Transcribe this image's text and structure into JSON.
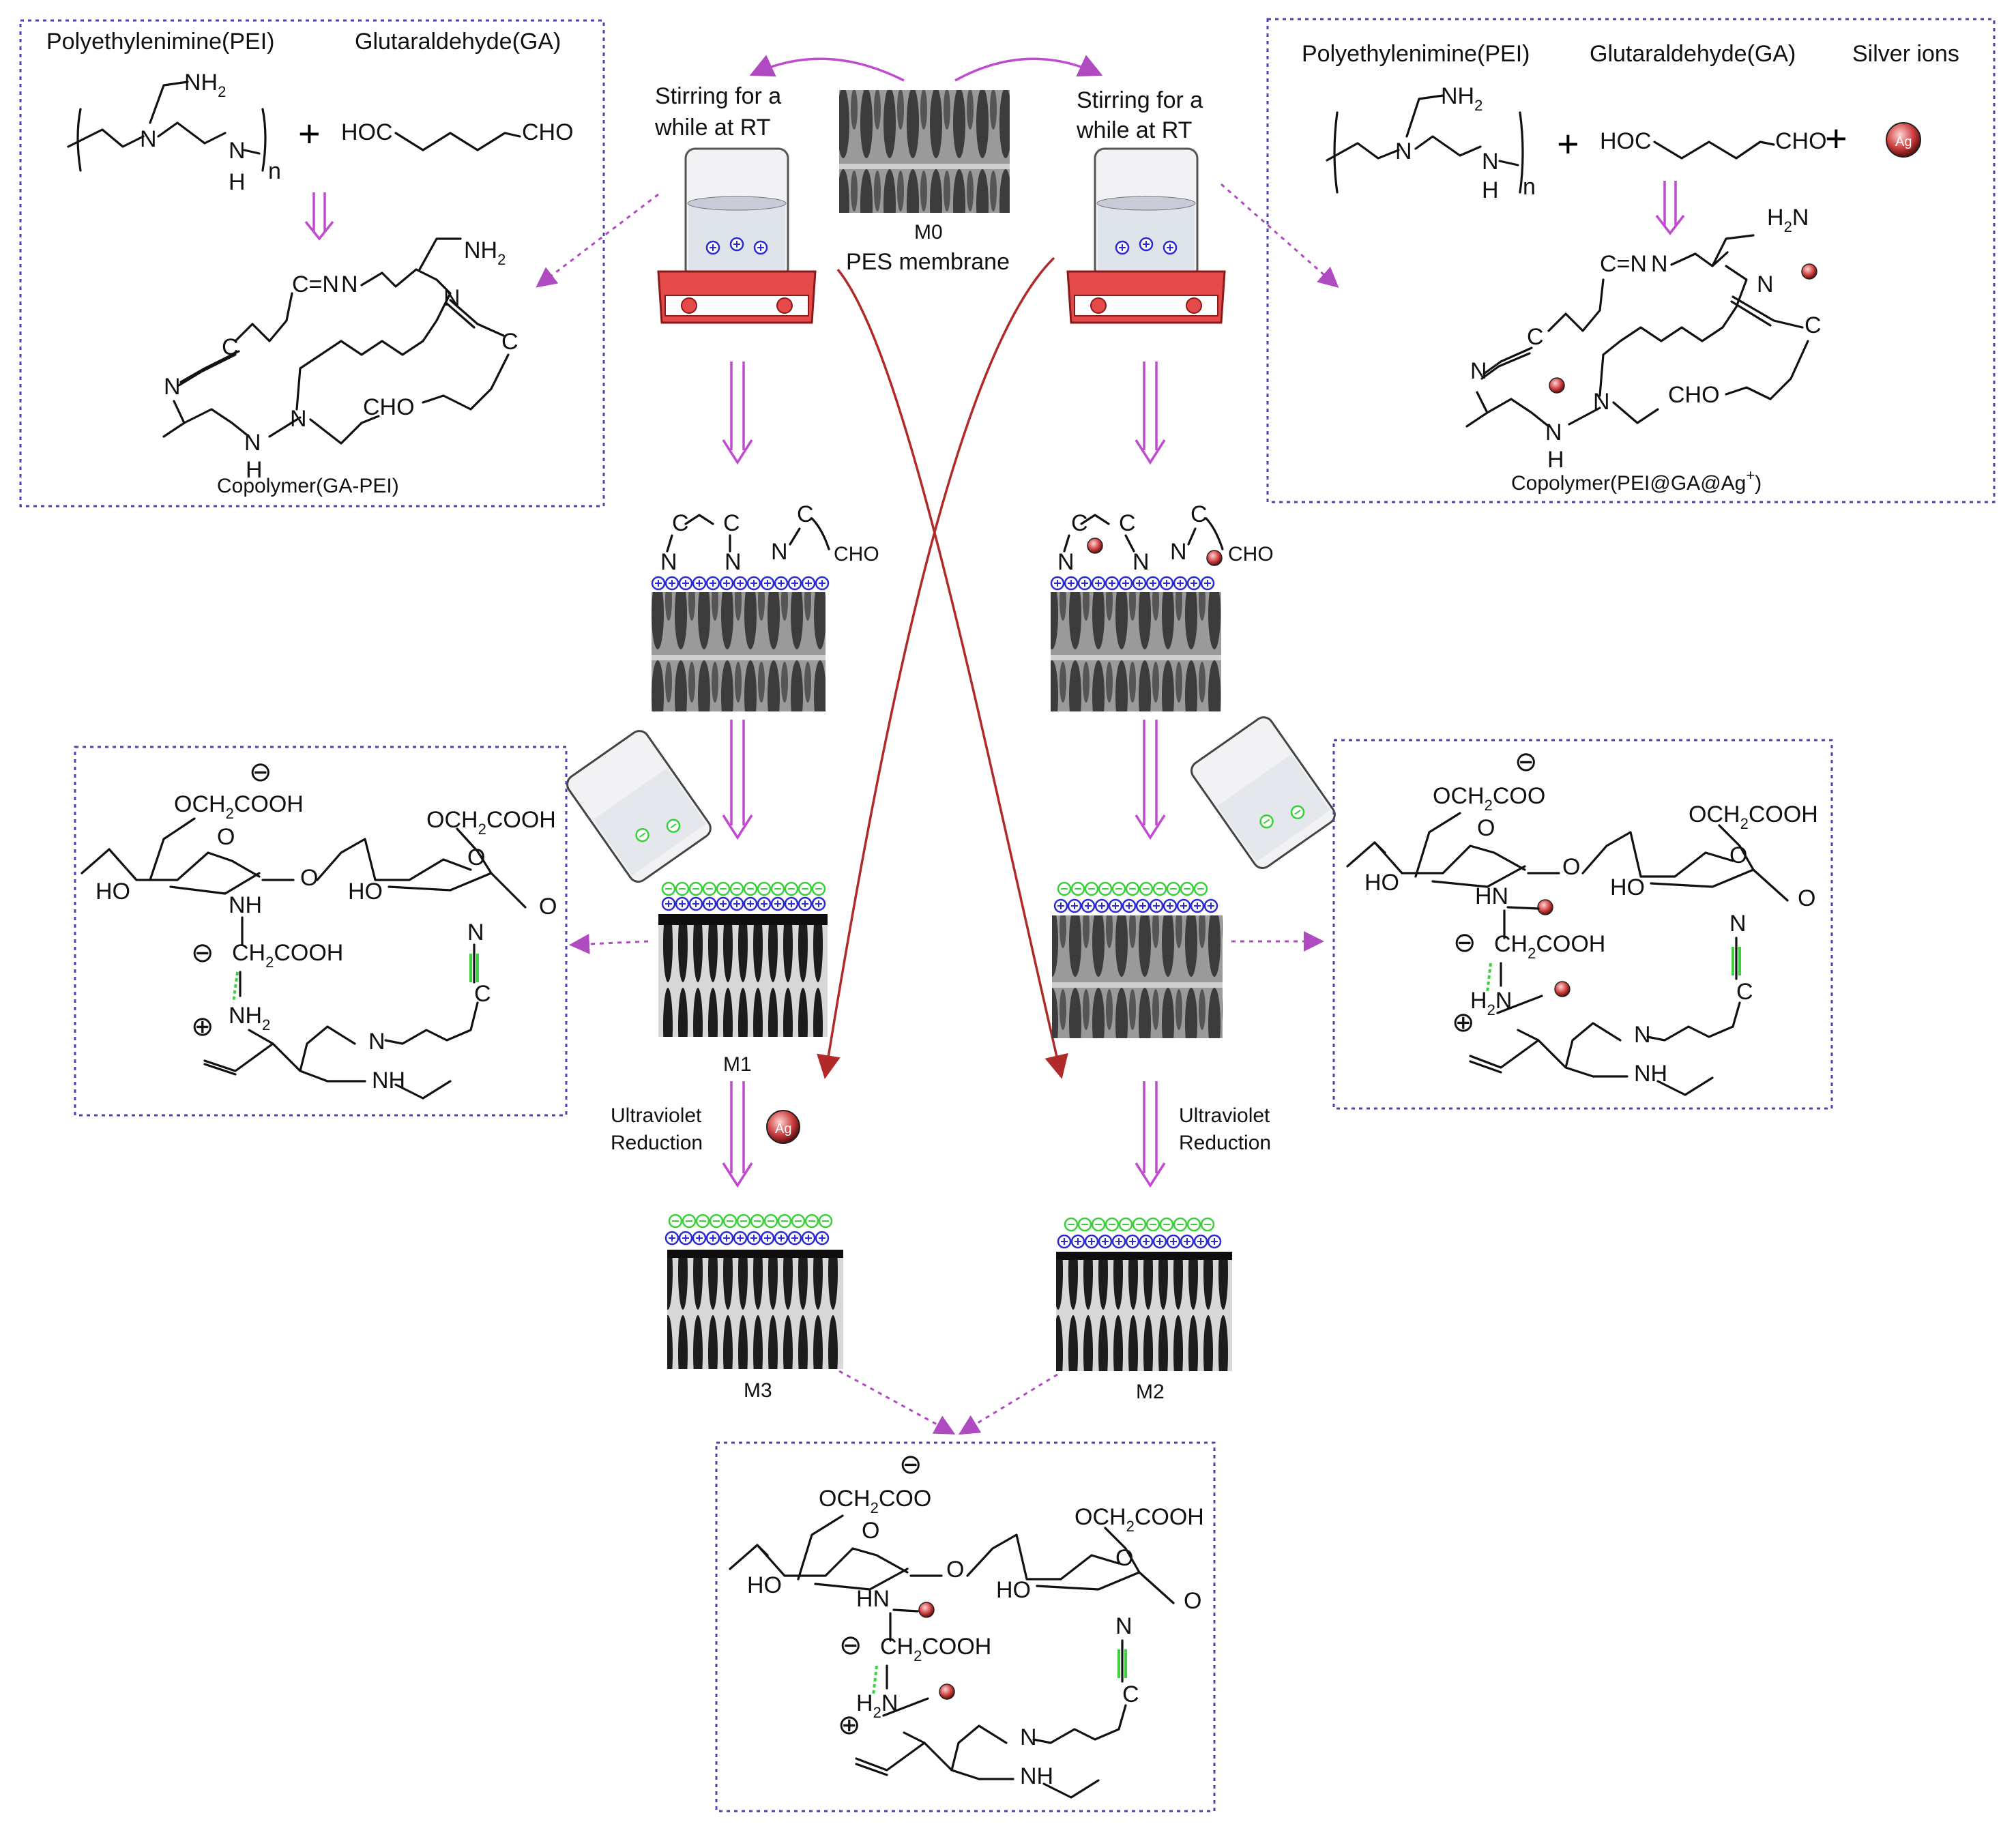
{
  "colors": {
    "box_border": "#4a44a8",
    "pink_arrow": "#c04ad0",
    "red_curve": "#b02a2a",
    "positive_charge": "#2a2ad0",
    "negative_charge": "#38d038",
    "silver": "#d04040",
    "hydrogen_bond": "#3dd23d"
  },
  "icons": [
    "beaker-on-stirrer-icon",
    "tilted-beaker-icon",
    "sem-membrane-image",
    "silver-ion-icon",
    "double-arrow-icon"
  ],
  "left_top_box": {
    "reagent_1": "Polyethylenimine(PEI)",
    "reagent_2": "Glutaraldehyde(GA)",
    "pei_formula": {
      "nh2": "NH",
      "sub2": "2",
      "n": "N",
      "nh": "N",
      "h": "H",
      "n_sub": "n"
    },
    "plus": "+",
    "ga_formula": {
      "hoc": "HOC",
      "cho": "CHO"
    },
    "product": {
      "c_n": "C=N",
      "n1": "N",
      "nh2": "NH",
      "sub2": "2",
      "n2": "N",
      "c1": "C",
      "c2": "C",
      "n3": "N",
      "n4": "N",
      "cho": "CHO",
      "nh": "N",
      "h": "H"
    },
    "caption": "Copolymer(GA-PEI)"
  },
  "right_top_box": {
    "reagent_1": "Polyethylenimine(PEI)",
    "reagent_2": "Glutaraldehyde(GA)",
    "reagent_3": "Silver ions",
    "pei_formula": {
      "nh2": "NH",
      "sub2": "2",
      "n": "N",
      "nh": "N",
      "h": "H",
      "n_sub": "n"
    },
    "plus": "+",
    "ga_formula": {
      "hoc": "HOC",
      "cho": "CHO"
    },
    "ag_label": "Ag",
    "product": {
      "h2n": "H",
      "h2n_sub": "2",
      "h2n_n": "N",
      "c_n": "C=N",
      "n1": "N",
      "n2": "N",
      "c1": "C",
      "c2": "C",
      "n3": "N",
      "n4": "N",
      "cho": "CHO",
      "nh": "N",
      "h": "H"
    },
    "caption": "Copolymer(PEI@GA@Ag",
    "caption_sup": "+",
    "caption_end": ")"
  },
  "center": {
    "stir_left": [
      "Stirring for a",
      "while at RT"
    ],
    "stir_right": [
      "Stirring for a",
      "while at RT"
    ],
    "m0_label": "M0",
    "m0_caption": "PES membrane",
    "m1_label": "M1",
    "m2_label": "M2",
    "m3_label": "M3",
    "uv_left": [
      "Ultraviolet",
      "Reduction"
    ],
    "uv_right": [
      "Ultraviolet",
      "Reduction"
    ],
    "left_chain": {
      "c1": "C",
      "c2": "C",
      "n1": "N",
      "n2": "N",
      "n3": "N",
      "c3": "C",
      "cho": "CHO"
    },
    "right_chain": {
      "c1": "C",
      "c2": "C",
      "n1": "N",
      "n2": "N",
      "n3": "N",
      "c3": "C",
      "cho": "CHO"
    },
    "ag_label": "Ag"
  },
  "mid_left_box": {
    "och2cooh_1": "OCH",
    "sub2": "2",
    "cooh_1": "COOH",
    "och2cooh_2": "OCH",
    "cooh_2": "COOH",
    "ho_1": "HO",
    "ho_2": "HO",
    "o_1": "O",
    "o_2": "O",
    "o_link": "O",
    "o_end": "O",
    "nh": "NH",
    "ch2cooh": "CH",
    "ch2cooh_end": "COOH",
    "n_1": "N",
    "c_1": "C",
    "nh2": "NH",
    "n_2": "N",
    "nh_2": "NH",
    "minus_1": "⊖",
    "minus_2": "⊖",
    "plus": "⊕"
  },
  "mid_right_box": {
    "och2coo": "OCH",
    "sub2": "2",
    "coo": "COO",
    "och2cooh": "OCH",
    "cooh": "COOH",
    "ho_1": "HO",
    "ho_2": "HO",
    "o_1": "O",
    "o_2": "O",
    "o_link": "O",
    "o_end": "O",
    "hn": "HN",
    "ch2cooh": "CH",
    "ch2cooh_end": "COOH",
    "n_1": "N",
    "c_1": "C",
    "h2n": "H",
    "h2n_n": "N",
    "n_2": "N",
    "nh_2": "NH",
    "minus_1": "⊖",
    "minus_2": "⊖",
    "plus": "⊕"
  },
  "bottom_box": {
    "och2coo": "OCH",
    "sub2": "2",
    "coo": "COO",
    "och2cooh": "OCH",
    "cooh": "COOH",
    "ho_1": "HO",
    "ho_2": "HO",
    "o_1": "O",
    "o_2": "O",
    "o_link": "O",
    "o_end": "O",
    "hn": "HN",
    "ch2cooh": "CH",
    "ch2cooh_end": "COOH",
    "n_1": "N",
    "c_1": "C",
    "h2n": "H",
    "h2n_n": "N",
    "n_2": "N",
    "nh_2": "NH",
    "minus_1": "⊖",
    "minus_2": "⊖",
    "plus": "⊕"
  }
}
